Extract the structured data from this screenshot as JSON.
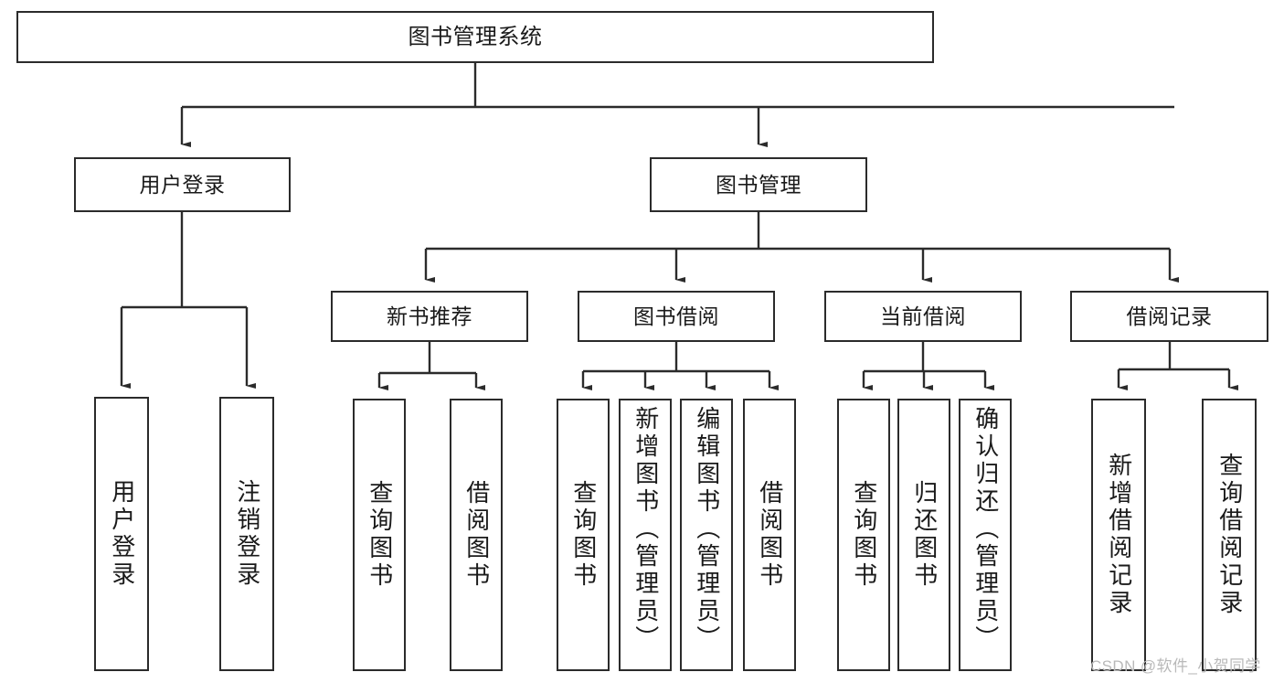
{
  "diagram": {
    "type": "tree-hierarchy",
    "title": "图书管理系统",
    "watermark": "CSDN @软件_小贺同学",
    "colors": {
      "stroke": "#2b2b2b",
      "fill": "#ffffff",
      "text": "#1a1a1a",
      "watermark": "#b9b9b9"
    },
    "levels": [
      {
        "level": 0,
        "nodes": [
          {
            "id": "root",
            "label": "图书管理系统",
            "orientation": "horizontal"
          }
        ]
      },
      {
        "level": 1,
        "nodes": [
          {
            "id": "user-login",
            "label": "用户登录",
            "orientation": "horizontal",
            "parent": "root"
          },
          {
            "id": "book-manage",
            "label": "图书管理",
            "orientation": "horizontal",
            "parent": "root"
          }
        ]
      },
      {
        "level": 2,
        "nodes": [
          {
            "id": "new-book-rec",
            "label": "新书推荐",
            "orientation": "horizontal",
            "parent": "book-manage"
          },
          {
            "id": "book-borrow",
            "label": "图书借阅",
            "orientation": "horizontal",
            "parent": "book-manage"
          },
          {
            "id": "current-borrow",
            "label": "当前借阅",
            "orientation": "horizontal",
            "parent": "book-manage"
          },
          {
            "id": "borrow-record",
            "label": "借阅记录",
            "orientation": "horizontal",
            "parent": "book-manage"
          }
        ]
      },
      {
        "level": 3,
        "nodes": [
          {
            "id": "leaf-user-login",
            "label": "用户登录",
            "orientation": "vertical",
            "parent": "user-login",
            "align": "middle"
          },
          {
            "id": "leaf-logout",
            "label": "注销登录",
            "orientation": "vertical",
            "parent": "user-login",
            "align": "middle"
          },
          {
            "id": "leaf-query-book-1",
            "label": "查询图书",
            "orientation": "vertical",
            "parent": "new-book-rec",
            "align": "middle"
          },
          {
            "id": "leaf-borrow-book-1",
            "label": "借阅图书",
            "orientation": "vertical",
            "parent": "new-book-rec",
            "align": "middle"
          },
          {
            "id": "leaf-query-book-2",
            "label": "查询图书",
            "orientation": "vertical",
            "parent": "book-borrow",
            "align": "middle"
          },
          {
            "id": "leaf-add-book",
            "label": "新增图书（管理员）",
            "orientation": "vertical",
            "parent": "book-borrow",
            "align": "top"
          },
          {
            "id": "leaf-edit-book",
            "label": "编辑图书（管理员）",
            "orientation": "vertical",
            "parent": "book-borrow",
            "align": "top"
          },
          {
            "id": "leaf-borrow-book-2",
            "label": "借阅图书",
            "orientation": "vertical",
            "parent": "book-borrow",
            "align": "middle"
          },
          {
            "id": "leaf-query-book-3",
            "label": "查询图书",
            "orientation": "vertical",
            "parent": "current-borrow",
            "align": "middle"
          },
          {
            "id": "leaf-return-book",
            "label": "归还图书",
            "orientation": "vertical",
            "parent": "current-borrow",
            "align": "middle"
          },
          {
            "id": "leaf-confirm-return",
            "label": "确认归还（管理员）",
            "orientation": "vertical",
            "parent": "current-borrow",
            "align": "top"
          },
          {
            "id": "leaf-add-record",
            "label": "新增借阅记录",
            "orientation": "vertical",
            "parent": "borrow-record",
            "align": "middle"
          },
          {
            "id": "leaf-query-record",
            "label": "查询借阅记录",
            "orientation": "vertical",
            "parent": "borrow-record",
            "align": "middle"
          }
        ]
      }
    ]
  }
}
